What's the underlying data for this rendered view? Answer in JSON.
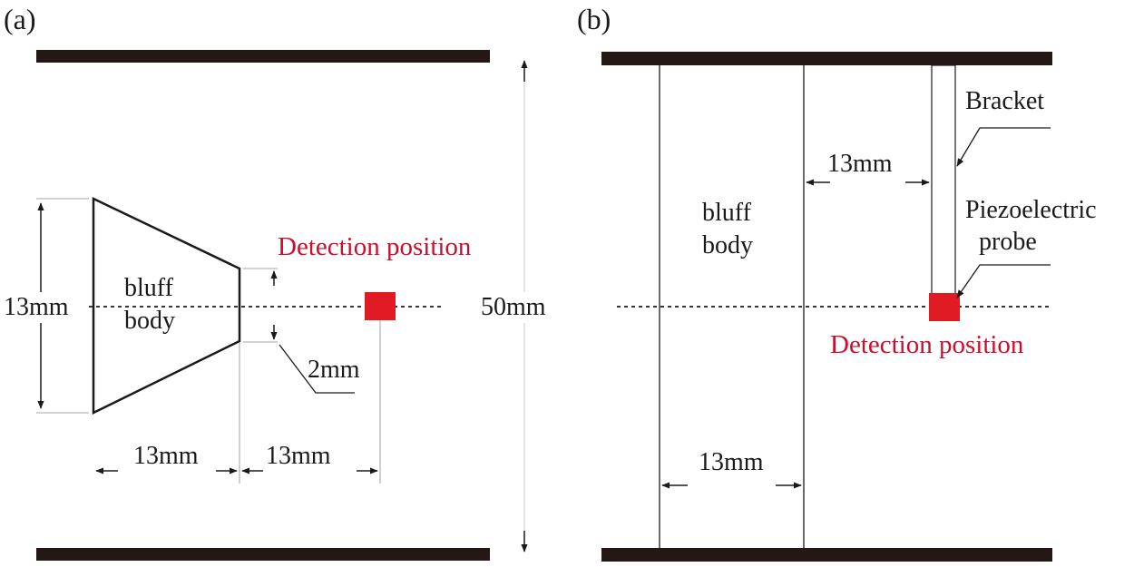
{
  "panels": {
    "a": {
      "label": "(a)",
      "bluff_body_text": [
        "bluff",
        "body"
      ],
      "dim_height": "13mm",
      "dim_gap": "2mm",
      "dim_body_length": "13mm",
      "dim_to_detection": "13mm",
      "dim_channel": "50mm",
      "detection_label": "Detection position"
    },
    "b": {
      "label": "(b)",
      "bluff_body_text": [
        "bluff",
        "body"
      ],
      "dim_gap": "13mm",
      "dim_width": "13mm",
      "bracket_label": "Bracket",
      "probe_label": [
        "Piezoelectric",
        "probe"
      ],
      "detection_label": "Detection position"
    }
  },
  "colors": {
    "detection": "#e01b24",
    "detection_text": "#c8102e",
    "wall": "#231815",
    "line": "#1a1a1a"
  }
}
